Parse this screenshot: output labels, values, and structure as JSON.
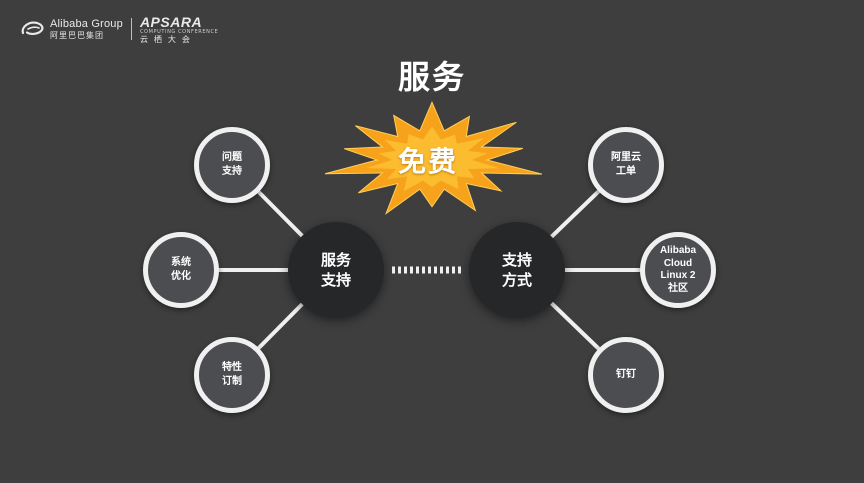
{
  "header": {
    "alibaba_en": "Alibaba Group",
    "alibaba_cn": "阿里巴巴集团",
    "apsara_en": "APSARA",
    "apsara_sub": "COMPUTING CONFERENCE",
    "apsara_cn": "云栖大会"
  },
  "title": "服务",
  "burst": {
    "label": "免费",
    "color_outer": "#f7a21b",
    "color_inner": "#ffd23f"
  },
  "left_hub": {
    "label": "服务\n支持"
  },
  "right_hub": {
    "label": "支持\n方式"
  },
  "left_nodes": [
    {
      "label": "问题\n支持"
    },
    {
      "label": "系统\n优化"
    },
    {
      "label": "特性\n订制"
    }
  ],
  "right_nodes": [
    {
      "label": "阿里云\n工单"
    },
    {
      "label": "Alibaba\nCloud\nLinux 2\n社区"
    },
    {
      "label": "钉钉"
    }
  ],
  "colors": {
    "background": "#3e3e3e",
    "hub": "#262729",
    "node_fill": "#4b4d50",
    "node_ring": "#f0f0f0"
  }
}
